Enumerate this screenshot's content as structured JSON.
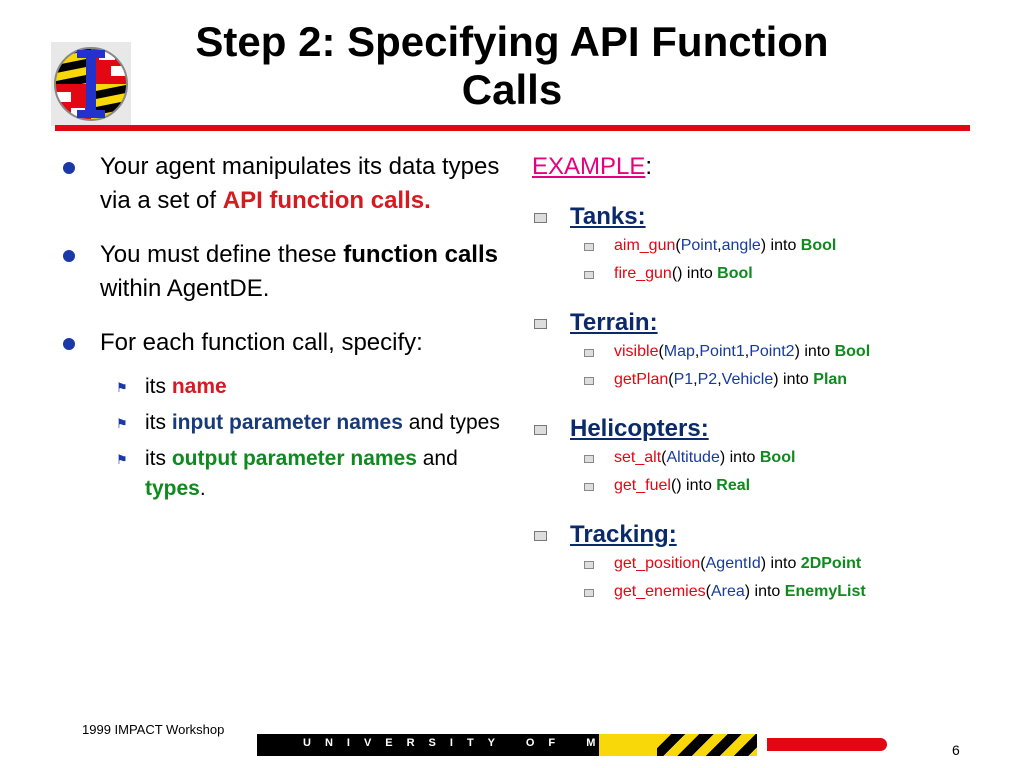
{
  "title": {
    "line1": "Step 2: Specifying API Function",
    "line2": "Calls"
  },
  "left": {
    "b1": {
      "pre": "Your agent manipulates its data types via a set of ",
      "em": "API function calls."
    },
    "b2": {
      "pre": "You must define these ",
      "em": "function calls",
      "post": " within AgentDE."
    },
    "b3": {
      "text": "For each function call, specify:"
    },
    "sub": [
      {
        "pre": "its ",
        "em": "name"
      },
      {
        "pre": "its ",
        "em": "input parameter names",
        "post": " and types"
      },
      {
        "pre": "its ",
        "em": "output parameter names",
        "mid": " and ",
        "em2": "types",
        "post": "."
      }
    ]
  },
  "example": {
    "label": "EXAMPLE",
    "colon": ":",
    "categories": [
      {
        "title": "Tanks:",
        "items": [
          {
            "name": "aim_gun",
            "args": [
              "Point",
              "angle"
            ],
            "ret": "Bool"
          },
          {
            "name": "fire_gun",
            "args": [],
            "ret": "Bool"
          }
        ]
      },
      {
        "title": "Terrain:",
        "items": [
          {
            "name": "visible",
            "args": [
              "Map",
              "Point1",
              "Point2"
            ],
            "ret": "Bool"
          },
          {
            "name": "getPlan",
            "args": [
              "P1",
              "P2",
              "Vehicle"
            ],
            "ret": "Plan"
          }
        ]
      },
      {
        "title": "Helicopters:",
        "items": [
          {
            "name": "set_alt",
            "args": [
              "Altitude"
            ],
            "ret": "Bool"
          },
          {
            "name": "get_fuel",
            "args": [],
            "ret": "Real"
          }
        ]
      },
      {
        "title": "Tracking:",
        "items": [
          {
            "name": "get_position",
            "args": [
              "AgentId"
            ],
            "ret": "2DPoint"
          },
          {
            "name": "get_enemies",
            "args": [
              "Area"
            ],
            "ret": "EnemyList"
          }
        ]
      }
    ],
    "into_word": " into "
  },
  "footer": {
    "left": "1999 IMPACT Workshop",
    "band": "UNIVERSITY OF MARYLAND",
    "page": "6"
  },
  "colors": {
    "rule": "#e30613",
    "bullet": "#1a38a8",
    "red": "#d71920",
    "navy": "#173a7a",
    "green": "#0f8a1f",
    "example": "#e6007e"
  },
  "icons": {
    "logo": "maryland-i-logo-icon",
    "bullet": "blue-dot-icon",
    "sub_bullet": "flag-icon",
    "example_bullet": "document-box-icon"
  }
}
